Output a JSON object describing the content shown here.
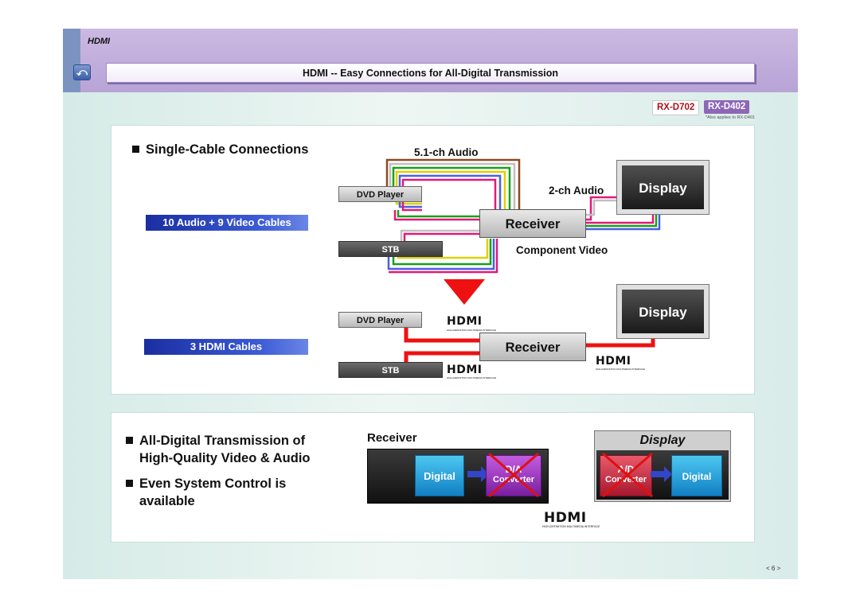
{
  "header": {
    "section": "HDMI",
    "title": "HDMI -- Easy Connections for All-Digital Transmission",
    "nav_icon": "u-turn-icon"
  },
  "models": {
    "primary": "RX-D702",
    "secondary": "RX-D402",
    "note": "*Also applies to RX-D401"
  },
  "single_cable": {
    "heading": "Single-Cable Connections",
    "before_label": "10 Audio + 9 Video Cables",
    "after_label": "3 HDMI Cables",
    "audio_51": "5.1-ch Audio",
    "audio_2ch": "2-ch Audio",
    "component_video": "Component Video",
    "dvd_player": "DVD Player",
    "stb": "STB",
    "receiver": "Receiver",
    "display": "Display"
  },
  "digital": {
    "bullet1_line1": "All-Digital Transmission of",
    "bullet1_line2": "High-Quality Video & Audio",
    "bullet2_line1": "Even System Control is",
    "bullet2_line2": "available",
    "receiver": "Receiver",
    "display": "Display",
    "digital": "Digital",
    "da_line1": "D/A",
    "da_line2": "Converter",
    "ad_line1": "A/D",
    "ad_line2": "Converter"
  },
  "hdmi_logo": {
    "wordmark": "HDMI",
    "tagline": "HIGH-DEFINITION MULTIMEDIA INTERFACE"
  },
  "page_number": "< 6 >",
  "colors": {
    "header_band": "#b8a3d6",
    "pill_blue": "#1a2ea0",
    "hdmi_red": "#ee1111",
    "digital_cyan": "#1aa0d8",
    "da_purple": "#9a2fc0",
    "ad_red": "#c8102e"
  }
}
